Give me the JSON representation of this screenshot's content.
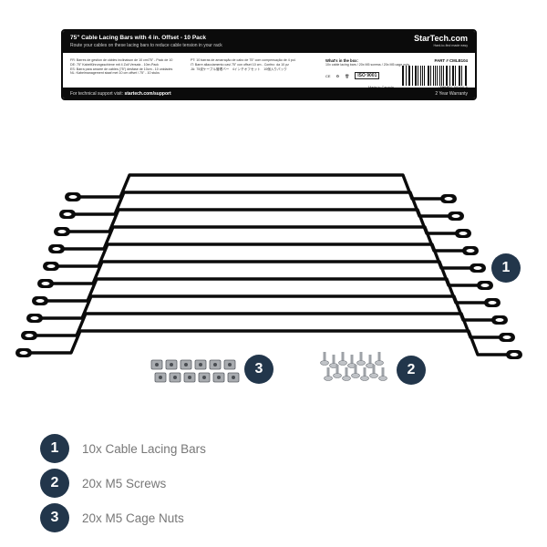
{
  "label": {
    "title": "75\" Cable Lacing Bars with 4 in. Offset - 10 Pack",
    "subtitle": "Route your cables on these lacing bars to reduce cable tension in your rack",
    "brand": "StarTech.com",
    "tagline": "Hard-to-find made easy",
    "translations_left": [
      "FR: Barres de gestion de câbles inclinaison de 10 cm/75\" - Pack de 10",
      "DE: 75\" Kabelführungsschiene mit 4 Zoll Versatz - 10er-Pack",
      "ES: Barra para amarre de cables (75\") desfase de 10cm - 10 unidades",
      "NL: Kabelmanagement staaf met 10 cm offset / 75\" - 10 stuks"
    ],
    "translations_right": [
      "PT: 10 barras de amarração de cabo de 75\" com compensação de 4 pol.",
      "IT: Barre allacciamento cavi 75\" con offset 10 cm - Confez. da 10 pz",
      "JA: 75波ケーブル管理バー　4インチオフセット　10個入りパック"
    ],
    "box_heading": "What's in the box:",
    "box_contents": "10x cable lacing bars / 20x M5 screws / 20x M5 cage nuts",
    "cert_iso": "ISO 9001",
    "made_in": "Made in Canada",
    "rev": "Rev B",
    "part_number": "PART # CMLB104",
    "barcode_number": "0   65030 86900   5",
    "support": "For technical support visit:",
    "support_url": "startech.com/support",
    "warranty": "2 Year Warranty"
  },
  "badges": {
    "bars": "1",
    "screws": "2",
    "cage_nuts": "3"
  },
  "legend": [
    {
      "number": "1",
      "text": "10x Cable Lacing Bars"
    },
    {
      "number": "2",
      "text": "20x M5 Screws"
    },
    {
      "number": "3",
      "text": "20x M5 Cage Nuts"
    }
  ],
  "colors": {
    "badge": "#22364b",
    "bar": "#0b0b0b",
    "legend_text": "#777777"
  }
}
